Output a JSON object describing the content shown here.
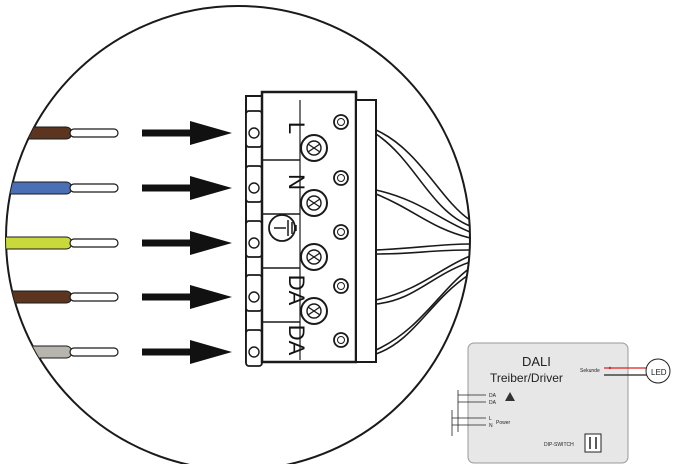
{
  "terminal_labels": [
    "L",
    "N",
    "DA",
    "DA"
  ],
  "wire_colors": [
    "#5b3520",
    "#4a6fb5",
    "#c9d83a",
    "#5b3520",
    "#b8b5ae"
  ],
  "wire_names": [
    "brown-wire",
    "blue-wire",
    "green-yellow-wire",
    "brown-wire",
    "grey-wire"
  ],
  "earth_symbol": "earth-icon",
  "driver": {
    "title_line1": "DALI",
    "title_line2": "Treiber/Driver",
    "output_label": "Sekunde",
    "led_label": "LED",
    "input_labels": [
      "DA",
      "DA",
      "L",
      "N",
      "Power"
    ],
    "dip_label": "DIP-SWITCH"
  }
}
